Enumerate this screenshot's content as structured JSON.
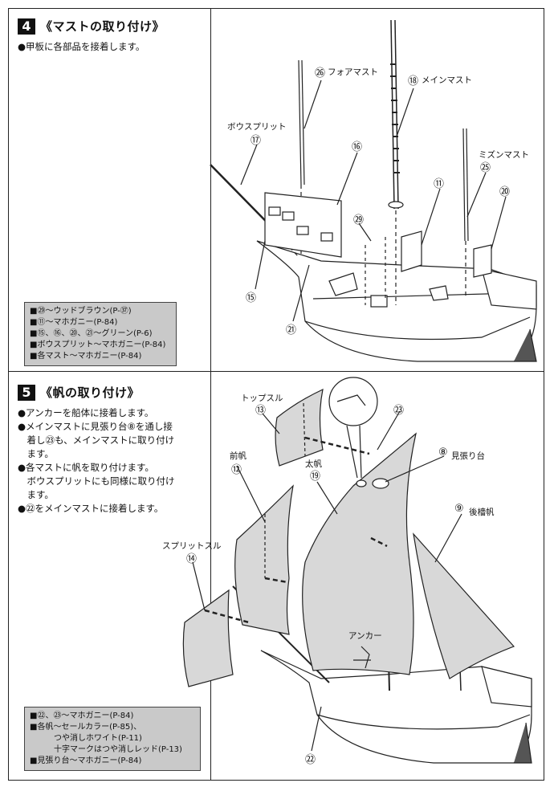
{
  "step4": {
    "number": "4",
    "title": "《マストの取り付け》",
    "instructions": [
      "●甲板に各部品を接着します。"
    ],
    "paints": [
      "■㉙〜ウッドブラウン(P-㊲)",
      "■⑪〜マホガニー(P-84)",
      "■⑮、⑯、⑳、㉑〜グリーン(P-6)",
      "■ボウスプリット〜マホガニー(P-84)",
      "■各マスト〜マホガニー(P-84)"
    ],
    "labels": {
      "foremast": "フォアマスト",
      "mainmast": "メインマスト",
      "bowsprit": "ボウスプリット",
      "mizzenmast": "ミズンマスト"
    },
    "part_numbers": {
      "p26": "㉖",
      "p18": "⑱",
      "p17": "⑰",
      "p16": "⑯",
      "p11": "⑪",
      "p29": "㉙",
      "p25": "㉕",
      "p20": "⑳",
      "p15": "⑮",
      "p21": "㉑"
    }
  },
  "step5": {
    "number": "5",
    "title": "《帆の取り付け》",
    "instructions": [
      "●アンカーを船体に接着します。",
      "●メインマストに見張り台⑧を通し接",
      "　着し㉓も、メインマストに取り付け",
      "　ます。",
      "●各マストに帆を取り付けます。",
      "　ボウスプリットにも同様に取り付け",
      "　ます。",
      "●㉒をメインマストに接着します。"
    ],
    "paints": [
      "■㉒、㉓〜マホガニー(P-84)",
      "■各帆〜セールカラー(P-85)、",
      "　　　つや消しホワイト(P-11)",
      "　　　十字マークはつや消しレッド(P-13)",
      "■見張り台〜マホガニー(P-84)"
    ],
    "labels": {
      "topsail": "トップスル",
      "lookout": "見張り台",
      "foresail": "前帆",
      "mainsail": "太帆",
      "aftsail": "後檣帆",
      "spritsail": "スプリットスル",
      "anchor": "アンカー"
    },
    "part_numbers": {
      "p13": "⑬",
      "p23": "㉓",
      "p8": "⑧",
      "p12": "⑫",
      "p19": "⑲",
      "p9": "⑨",
      "p14": "⑭",
      "p22": "㉒"
    }
  }
}
